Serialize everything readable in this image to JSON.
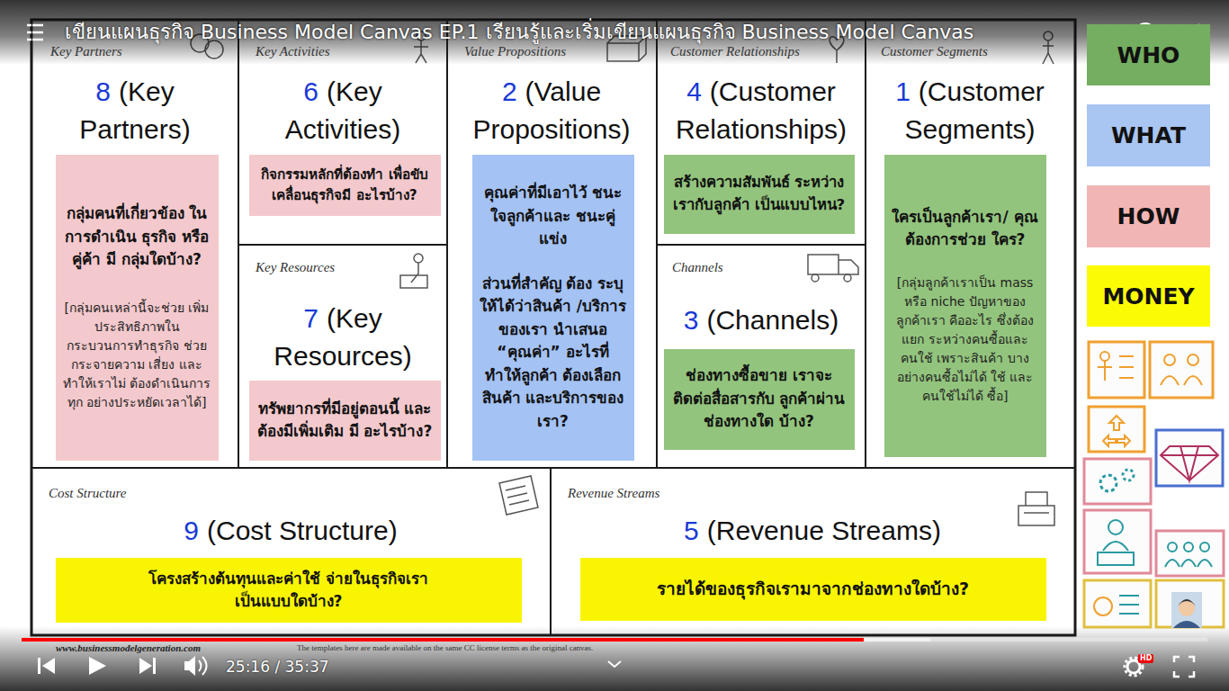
{
  "diagram": {
    "nodes": [
      {
        "text": [
          "Key Partners",
          "8",
          "(Key Partners)"
        ]
      },
      {
        "text": [
          "กลุ่มคนที่เกี่ยวข้อง ในการดำเนิน ธุรกิจ หรือคู่ค้า มี กลุ่มใดบ้าง?",
          "[กลุ่มคนเหล่านี้จะช่วย เพิ่มประสิทธิภาพใน กระบวนการทำธุรกิจ ช่วยกระจายความ เสี่ยง และทำให้เราไม่ ต้องดำเนินการทุก อย่างประหยัดเวลาได้]"
        ],
        "in": 0
      },
      {
        "text": [
          "Key Activities",
          "6",
          "(Key Activities)"
        ]
      },
      {
        "text": [
          "กิจกรรมหลักที่ต้องทำ เพื่อขับเคลื่อนธุรกิจมี อะไรบ้าง?"
        ],
        "in": 2
      },
      {
        "text": [
          "Value Propositions",
          "2",
          "(Value Propositions)"
        ]
      },
      {
        "text": [
          "คุณค่าที่มีเอาไว้ ชนะใจลูกค้าและ ชนะคู่แข่ง",
          "ส่วนที่สำคัญ ต้อง ระบุให้ได้ว่าสินค้า /บริการของเรา นำเสนอ “คุณค่า” อะไรที่ทำให้ลูกค้า ต้องเลือกสินค้า และบริการของ เรา?"
        ],
        "in": 4
      },
      {
        "text": [
          "Customer Relationships",
          "4",
          "(Customer Relationships)"
        ]
      },
      {
        "text": [
          "สร้างความสัมพันธ์ ระหว่างเรากับลูกค้า เป็นแบบไหน?"
        ],
        "in": 6
      },
      {
        "text": [
          "Customer Segments",
          "1",
          "(Customer Segments)"
        ]
      },
      {
        "text": [
          "ใครเป็นลูกค้าเรา/ คุณต้องการช่วย ใคร?",
          "[กลุ่มลูกค้าเราเป็น mass หรือ niche ปัญหาของลูกค้าเรา คืออะไร ซึ่งต้องแยก ระหว่างคนซื้อและ คนใช้ เพราะสินค้า บางอย่างคนซื้อไม่ได้ ใช้ และคนใช้ไม่ได้ ซื้อ]"
        ],
        "in": 8
      },
      {
        "text": [
          "Key Resources",
          "7",
          "(Key Resources)"
        ]
      },
      {
        "text": [
          "ทรัพยากรที่มีอยู่ตอนนี้ และต้องมีเพิ่มเติม มี อะไรบ้าง?"
        ],
        "in": 10
      },
      {
        "text": [
          "Channels",
          "3",
          "(Channels)"
        ]
      },
      {
        "text": [
          "ช่องทางซื้อขาย เราจะติดต่อสื่อสารกับ ลูกค้าผ่านช่องทางใด บ้าง?"
        ],
        "in": 12
      },
      {
        "text": [
          "Cost Structure",
          "9",
          "(Cost Structure)"
        ]
      },
      {
        "text": [
          "โครงสร้างต้นทุนและค่าใช้ จ่ายในธุรกิจเราเป็นแบบใดบ้าง?"
        ],
        "in": 14
      },
      {
        "text": [
          "Revenue Streams",
          "5",
          "(Revenue Streams)"
        ]
      },
      {
        "text": [
          "รายได้ของธุรกิจเรามาจากช่องทางใดบ้าง?"
        ],
        "in": 16
      },
      {
        "text": [
          "WHO"
        ]
      },
      {
        "text": [
          "WHAT"
        ]
      },
      {
        "text": [
          "HOW"
        ]
      },
      {
        "text": [
          "MONEY"
        ]
      }
    ],
    "labels": [
      "เขียนแผนธุรกิจ Business Model Canvas EP.1 เรียนรู้และเริ่มเขียนแผนธุรกิจ Business Model Canvas",
      "www.businessmodelgeneration.com",
      "The templates here are made available on the same CC license terms as the original canvas.",
      "25:16 / 35:37",
      "HD"
    ]
  }
}
